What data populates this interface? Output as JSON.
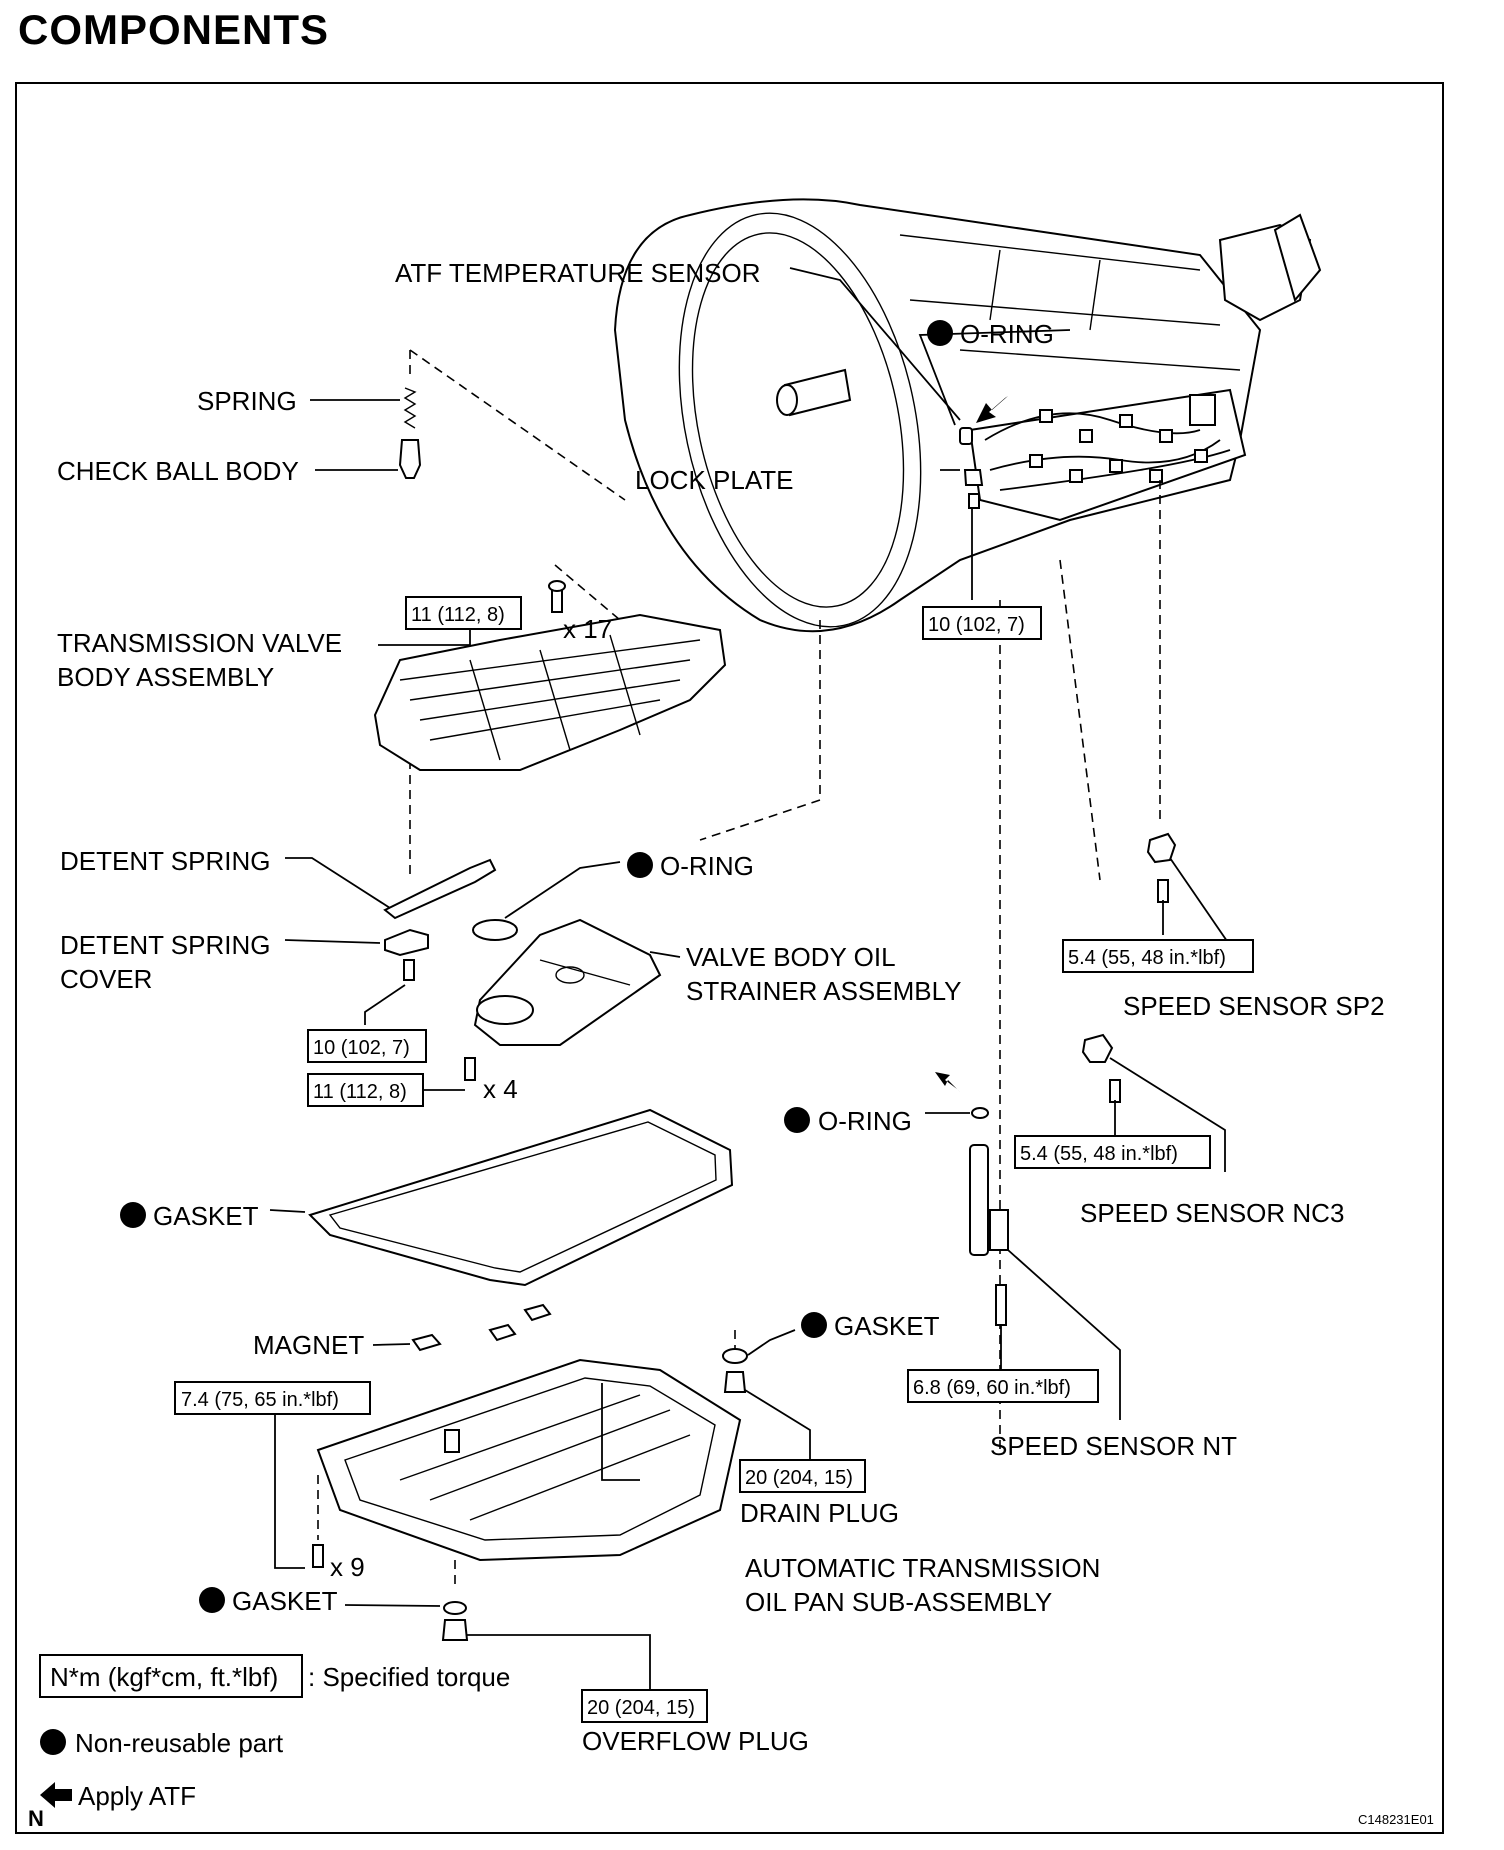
{
  "title": "COMPONENTS",
  "labels": {
    "atf_temp_sensor": "ATF TEMPERATURE SENSOR",
    "oring_top": "O-RING",
    "spring": "SPRING",
    "check_ball_body": "CHECK BALL BODY",
    "lock_plate": "LOCK PLATE",
    "valve_body_l1": "TRANSMISSION VALVE",
    "valve_body_l2": "BODY ASSEMBLY",
    "x17": "x 17",
    "detent_spring": "DETENT SPRING",
    "detent_cover_l1": "DETENT SPRING",
    "detent_cover_l2": "COVER",
    "oring_strainer": "O-RING",
    "strainer_l1": "VALVE BODY OIL",
    "strainer_l2": "STRAINER ASSEMBLY",
    "x4": "x 4",
    "oring_nt": "O-RING",
    "gasket_pan": "GASKET",
    "magnet": "MAGNET",
    "gasket_drain": "GASKET",
    "drain_plug": "DRAIN PLUG",
    "x9": "x 9",
    "pan_l1": "AUTOMATIC TRANSMISSION",
    "pan_l2": "OIL PAN SUB-ASSEMBLY",
    "gasket_overflow": "GASKET",
    "overflow_plug": "OVERFLOW PLUG",
    "sp2": "SPEED SENSOR SP2",
    "nc3": "SPEED SENSOR NC3",
    "nt": "SPEED SENSOR NT"
  },
  "torques": {
    "valve_body_bolts": "11 (112, 8)",
    "lock_plate_bolt": "10 (102, 7)",
    "detent_bolt": "10 (102, 7)",
    "strainer_bolts": "11 (112, 8)",
    "sp2_bolt": "5.4 (55, 48 in.*lbf)",
    "nc3_bolt": "5.4 (55, 48 in.*lbf)",
    "nt_bolt": "6.8 (69, 60 in.*lbf)",
    "pan_bolts": "7.4 (75, 65 in.*lbf)",
    "drain_plug": "20 (204, 15)",
    "overflow_plug": "20 (204, 15)"
  },
  "legend": {
    "torque_box": "N*m (kgf*cm, ft.*lbf)",
    "torque_desc": ": Specified torque",
    "nonreusable": "Non-reusable part",
    "apply_atf": "Apply ATF"
  },
  "footer": {
    "corner_letter": "N",
    "figure_code": "C148231E01"
  },
  "icons": [
    "filled-circle-icon",
    "arrow-left-icon"
  ]
}
